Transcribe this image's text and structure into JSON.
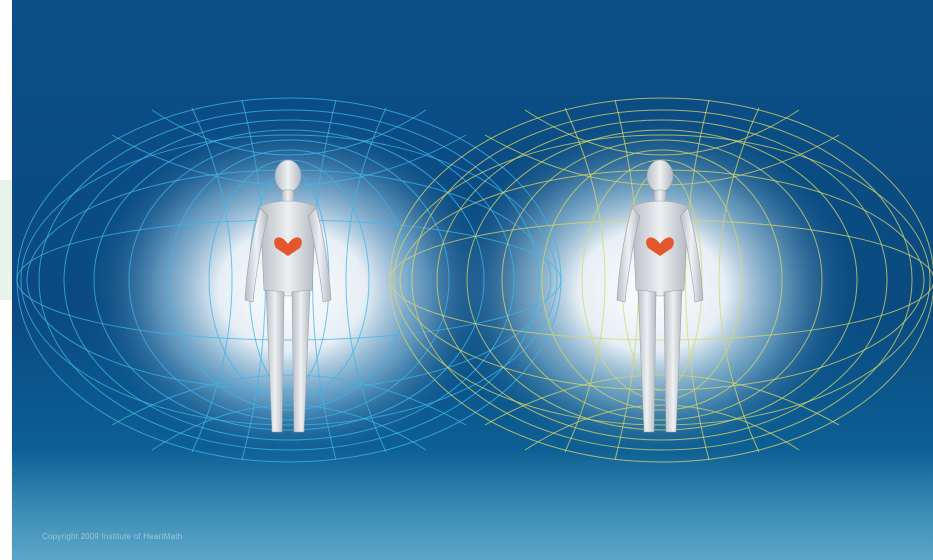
{
  "copyright_text": "Copyright 2009 Institute of HeartMath",
  "colors": {
    "background_top": "#0b4f86",
    "background_bottom": "#5ca6c8",
    "left_field": "#3fb4ea",
    "right_field": "#d6d86a",
    "heart": "#e2582c",
    "body": "#d9dde2",
    "glow": "#ffffff"
  },
  "figures": [
    {
      "name": "left-person",
      "field": "blue-torus-field"
    },
    {
      "name": "right-person",
      "field": "yellow-torus-field"
    }
  ]
}
